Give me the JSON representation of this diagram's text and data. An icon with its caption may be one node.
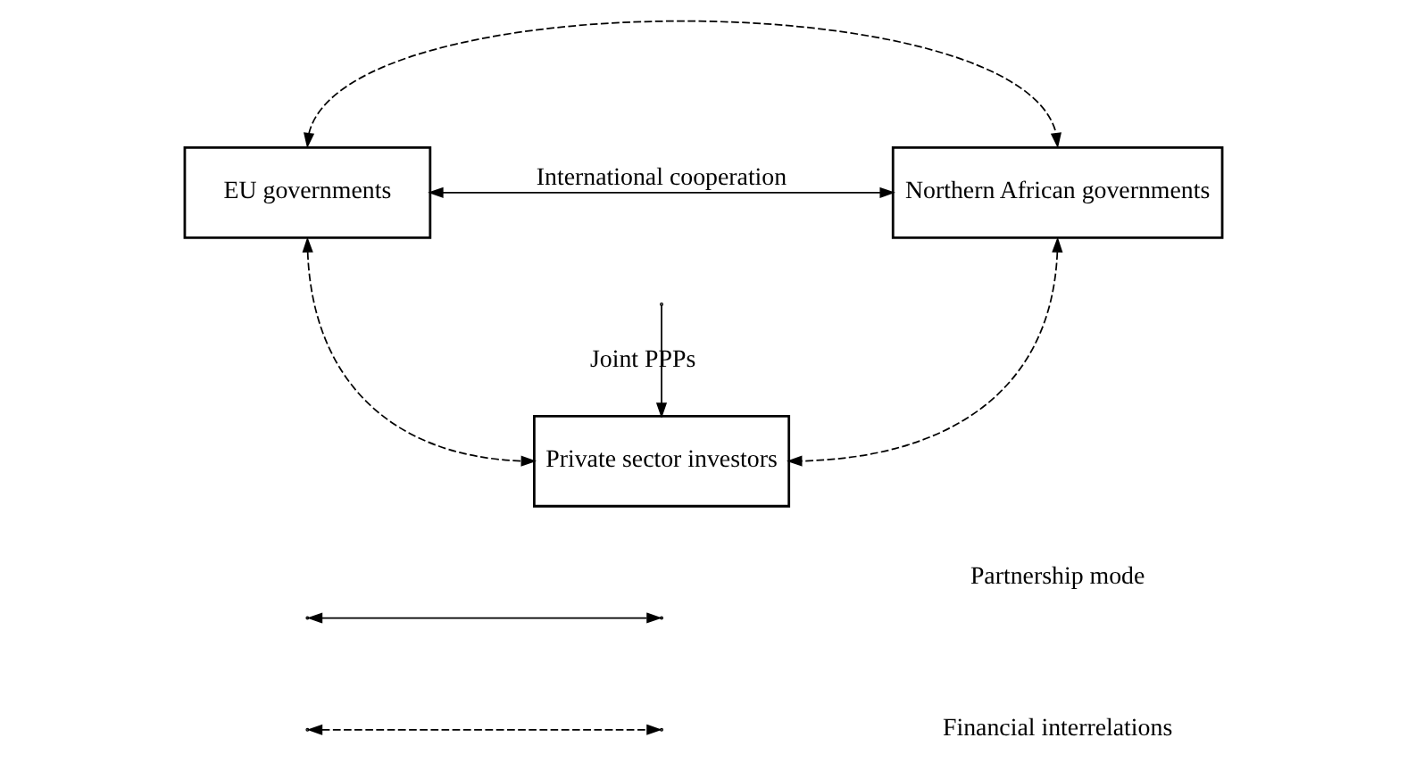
{
  "diagram": {
    "nodes": [
      {
        "text": [
          "EU governments"
        ]
      },
      {
        "text": [
          "Northern African governments"
        ]
      },
      {
        "text": [
          "Private sector investors"
        ]
      }
    ],
    "edges": [
      {
        "from": 0,
        "to": 1,
        "arrow": "both",
        "style": "dashed"
      },
      {
        "from": 0,
        "to": 1,
        "arrow": "both",
        "label": "International cooperation"
      },
      {
        "from": null,
        "to": 2,
        "arrow": "to",
        "label": "Joint PPPs"
      },
      {
        "from": 0,
        "to": 2,
        "arrow": "both",
        "style": "dashed"
      },
      {
        "from": 1,
        "to": 2,
        "arrow": "both",
        "style": "dashed"
      }
    ],
    "legend": [
      {
        "text": "Partnership mode"
      },
      {
        "text": "Financial interrelations"
      }
    ]
  }
}
